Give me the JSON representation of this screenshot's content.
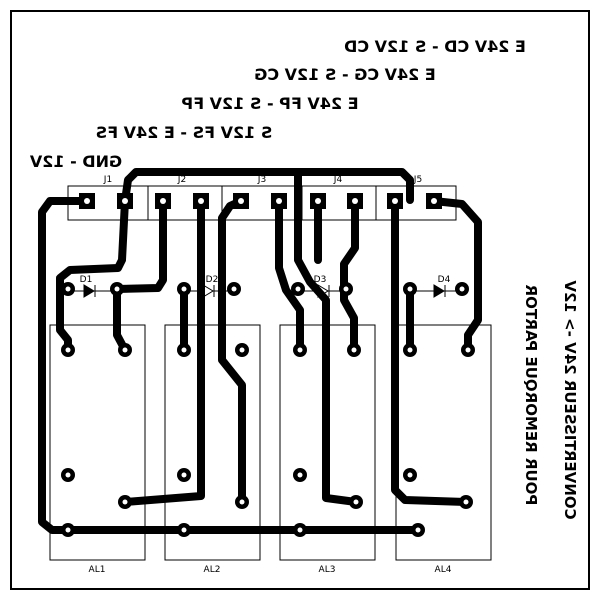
{
  "labels": {
    "line1": "E 24V CD - S 12V CD",
    "line2": "E 24V CG - S 12V CG",
    "line3": "E 24V FP - S 12V FP",
    "line4": "S 12V FS - E 24V FS",
    "line5": "GND - 12V",
    "side1": "POUR REMORQUE  PARTOR",
    "side2": "CONVERTISSEUR 24V -> 12V"
  },
  "connectors": [
    "J1",
    "J2",
    "J3",
    "J4",
    "J5"
  ],
  "diodes": [
    "D1",
    "D2",
    "D3",
    "D4"
  ],
  "relays": [
    "AL1",
    "AL2",
    "AL3",
    "AL4"
  ],
  "colors": {
    "trace": "#000000",
    "background": "#ffffff",
    "pad_hole": "#ffffff"
  }
}
